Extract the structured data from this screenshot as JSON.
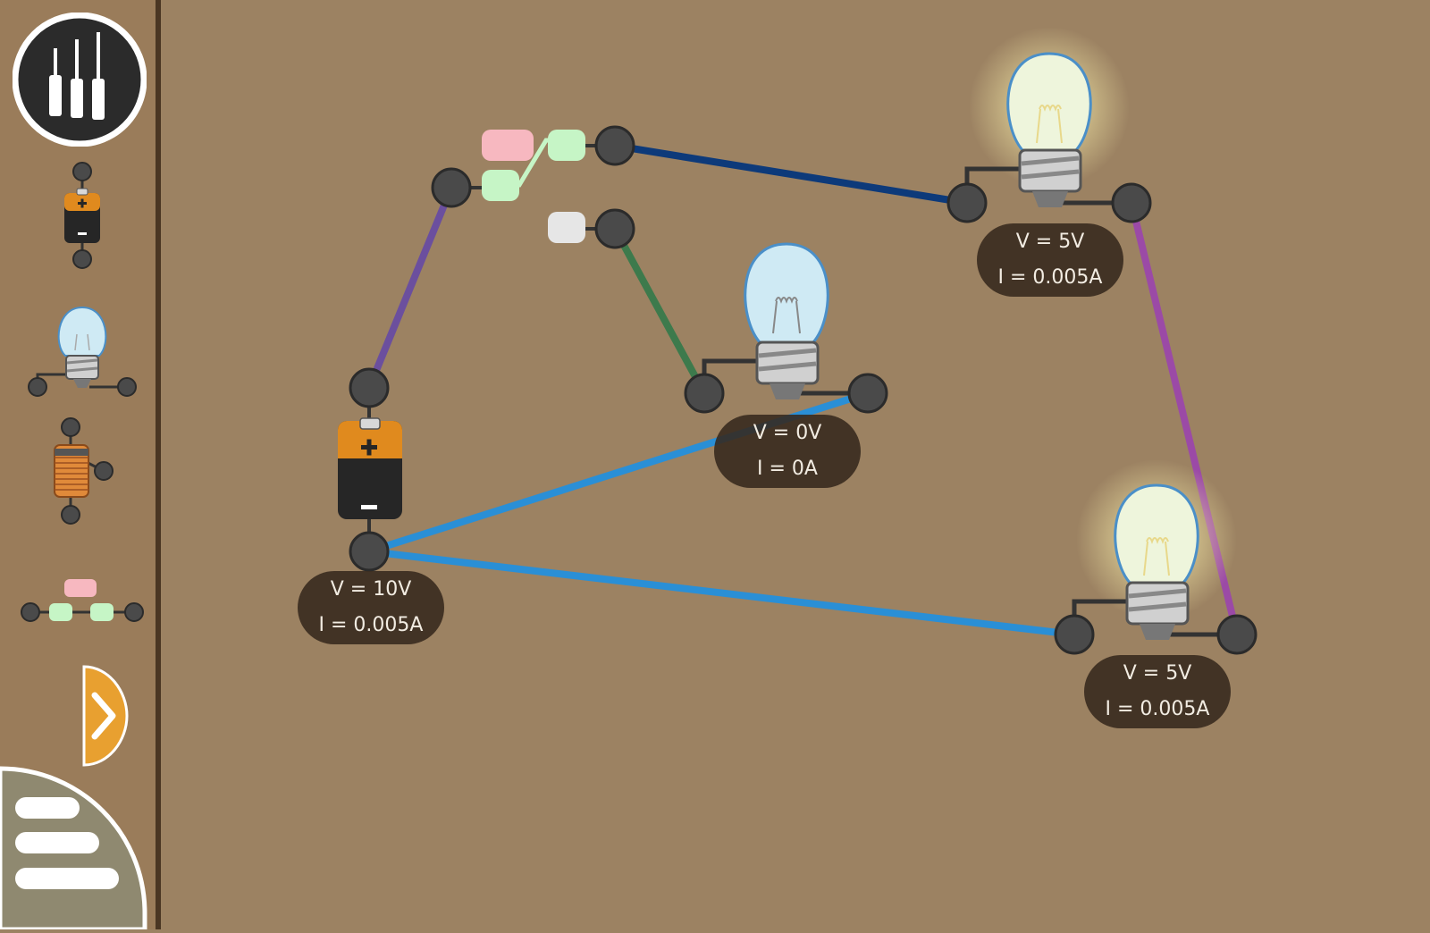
{
  "toolbar": {
    "tools_icon": "screwdrivers-icon",
    "items": [
      {
        "name": "battery",
        "icon": "battery-icon"
      },
      {
        "name": "light-bulb",
        "icon": "light-bulb-icon"
      },
      {
        "name": "coil",
        "icon": "coil-icon"
      },
      {
        "name": "switch",
        "icon": "switch-icon"
      }
    ],
    "expand_icon": "chevron-right-icon",
    "menu_icon": "hamburger-menu-icon"
  },
  "colors": {
    "background": "#9c8262",
    "sidebar": "#9a7c5a",
    "battery_orange": "#e08a1e",
    "bulb_lit": "#eef5dc",
    "bulb_off": "#cfeaf4",
    "switch_on": "#c6f5c6",
    "switch_off": "#f7b8c0",
    "switch_neutral": "#e6e6e6",
    "wire_purple": "#6b4f9e",
    "wire_navy": "#0d3a7a",
    "wire_green": "#3d7a4c",
    "wire_blue": "#2a8fd6",
    "wire_magenta": "#9b4aa6"
  },
  "components": {
    "battery": {
      "voltage": "V = 10V",
      "current": "I = 0.005A"
    },
    "bulb_center": {
      "voltage": "V = 0V",
      "current": "I = 0A",
      "lit": false
    },
    "bulb_top_right": {
      "voltage": "V = 5V",
      "current": "I = 0.005A",
      "lit": true
    },
    "bulb_bottom_right": {
      "voltage": "V = 5V",
      "current": "I = 0.005A",
      "lit": true
    }
  }
}
